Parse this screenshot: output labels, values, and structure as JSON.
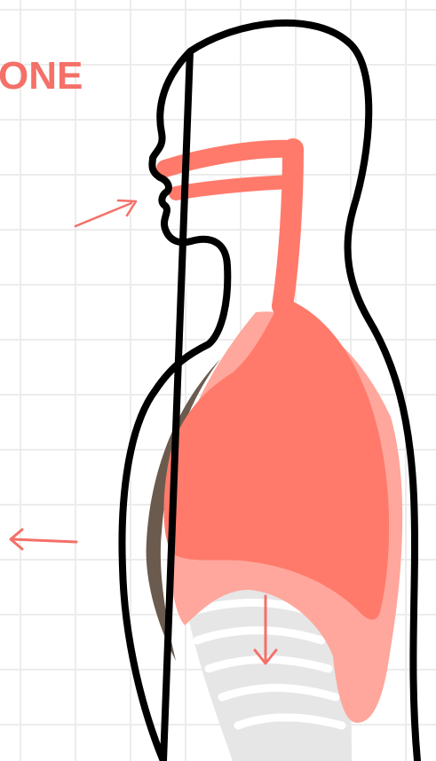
{
  "heading": {
    "text": "ONE"
  },
  "colors": {
    "accent": "#f47068",
    "lung_dark": "#ff7a6b",
    "lung_light": "#ffa79c",
    "outline": "#000000",
    "rib_gray": "#e6e6e6",
    "back_shadow": "#6b5b4e",
    "grid": "#ececec"
  },
  "icons": {
    "inhale_arrow": "arrow-up-right",
    "chest_arrow": "arrow-left",
    "diaphragm_arrow": "arrow-down"
  }
}
